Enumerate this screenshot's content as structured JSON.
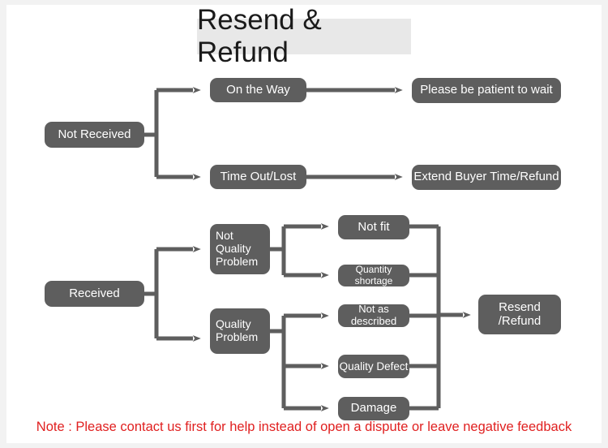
{
  "title": "Resend & Refund",
  "note": "Note : Please contact us first for help instead of open a dispute or leave negative feedback",
  "colors": {
    "node_fill": "#5e5e5e",
    "node_text": "#ffffff",
    "connector": "#5e5e5e",
    "title_bg": "#e8e8e8",
    "note_text": "#e02020",
    "panel_bg": "#ffffff",
    "page_bg": "#f2f2f2"
  },
  "nodes": {
    "not_received": "Not Received",
    "on_the_way": "On the Way",
    "time_out_lost": "Time Out/Lost",
    "please_wait": "Please be patient to wait",
    "extend_buyer": "Extend Buyer Time/Refund",
    "received": "Received",
    "not_quality_problem": "Not\nQuality\nProblem",
    "quality_problem": "Quality\nProblem",
    "not_fit": "Not fit",
    "quantity_shortage": "Quantity shortage",
    "not_as_described": "Not as described",
    "quality_defect": "Quality Defect",
    "damage": "Damage",
    "resend_refund": "Resend\n/Refund"
  },
  "flow": {
    "branch_1_label": "Not Received branches to On the Way and Time Out/Lost",
    "branch_2_label": "Received branches to Not Quality Problem and Quality Problem",
    "outcome_label": "All issue types lead to Resend /Refund"
  }
}
